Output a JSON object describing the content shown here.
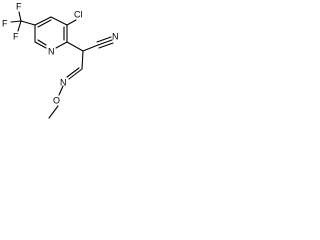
{
  "structure": {
    "atom_labels": {
      "f_top": "F",
      "f_left": "F",
      "f_bottom": "F",
      "chlorine": "Cl",
      "ring_nitrogen": "N",
      "nitrile_nitrogen": "N",
      "imine_nitrogen": "N",
      "oxygen": "O"
    },
    "bond_color": "#000000",
    "label_color": "#000000"
  }
}
